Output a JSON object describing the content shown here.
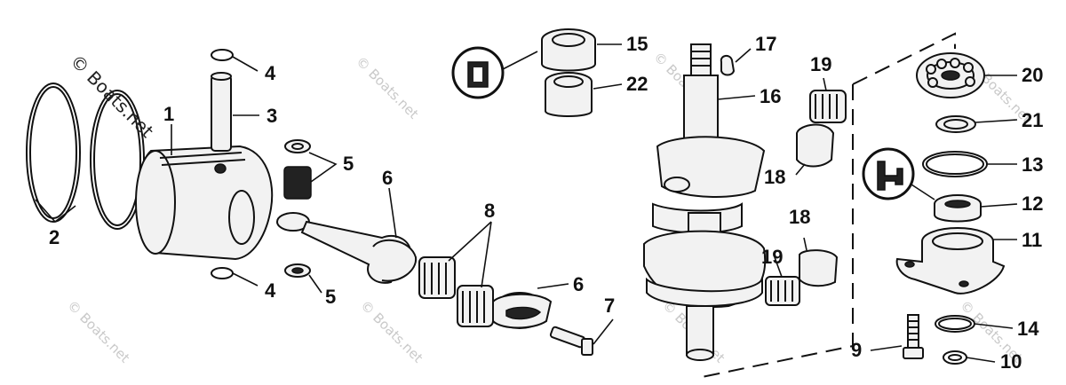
{
  "watermark": {
    "main": "© Boats.net",
    "tile": "© Boats.net"
  },
  "callouts": [
    "1",
    "2",
    "3",
    "4",
    "4",
    "5",
    "5",
    "6",
    "6",
    "7",
    "8",
    "9",
    "10",
    "11",
    "12",
    "13",
    "14",
    "15",
    "16",
    "17",
    "18",
    "18",
    "19",
    "19",
    "20",
    "21",
    "22"
  ],
  "icons": [
    "needle-bearing-symbol-icon",
    "seal-symbol-icon"
  ]
}
